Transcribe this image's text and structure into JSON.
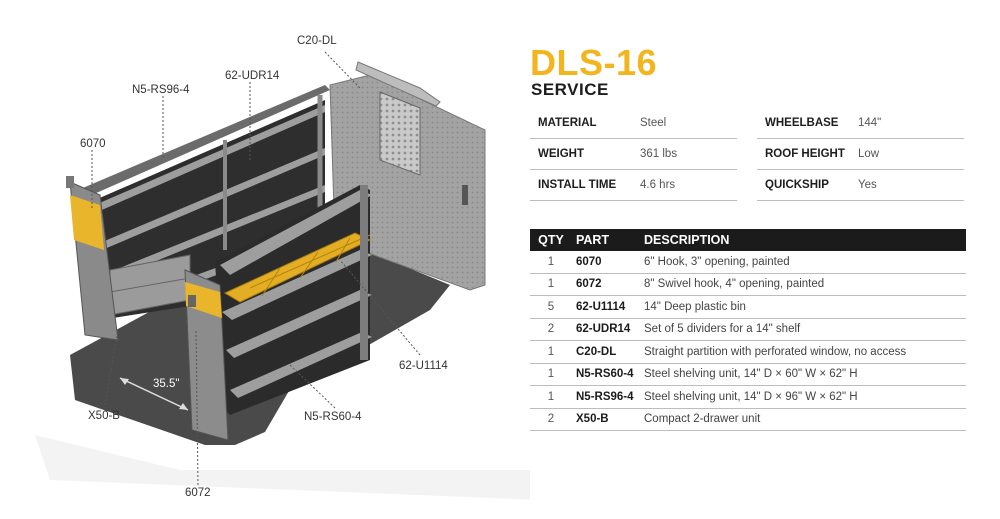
{
  "model": {
    "name": "DLS-16",
    "category": "SERVICE"
  },
  "specs_left": [
    {
      "label": "MATERIAL",
      "value": "Steel"
    },
    {
      "label": "WEIGHT",
      "value": "361 lbs"
    },
    {
      "label": "INSTALL TIME",
      "value": "4.6 hrs"
    }
  ],
  "specs_right": [
    {
      "label": "WHEELBASE",
      "value": "144\""
    },
    {
      "label": "ROOF HEIGHT",
      "value": "Low"
    },
    {
      "label": "QUICKSHIP",
      "value": "Yes"
    }
  ],
  "parts_table": {
    "headers": {
      "qty": "QTY",
      "part": "PART",
      "description": "DESCRIPTION"
    },
    "rows": [
      {
        "qty": "1",
        "part": "6070",
        "description": "6\" Hook, 3\" opening, painted"
      },
      {
        "qty": "1",
        "part": "6072",
        "description": "8\" Swivel hook, 4\" opening, painted"
      },
      {
        "qty": "5",
        "part": "62-U1114",
        "description": "14\" Deep plastic bin"
      },
      {
        "qty": "2",
        "part": "62-UDR14",
        "description": "Set of 5 dividers for a 14\" shelf"
      },
      {
        "qty": "1",
        "part": "C20-DL",
        "description": "Straight partition with perforated window, no access"
      },
      {
        "qty": "1",
        "part": "N5-RS60-4",
        "description": "Steel shelving unit, 14\" D × 60\" W × 62\" H"
      },
      {
        "qty": "1",
        "part": "N5-RS96-4",
        "description": "Steel shelving unit, 14\" D × 96\" W × 62\" H"
      },
      {
        "qty": "2",
        "part": "X50-B",
        "description": "Compact 2-drawer unit"
      }
    ]
  },
  "callouts": {
    "c20dl": "C20-DL",
    "udr14": "62-UDR14",
    "rs96": "N5-RS96-4",
    "hook6070": "6070",
    "u1114": "62-U1114",
    "x50b": "X50-B",
    "rs60": "N5-RS60-4",
    "hook6072": "6072",
    "dimension": "35.5\""
  },
  "colors": {
    "accent": "#f2b51d",
    "header_bg": "#1b1b1b",
    "steel": "#8c8c8c",
    "floor": "#4a4a4a"
  }
}
